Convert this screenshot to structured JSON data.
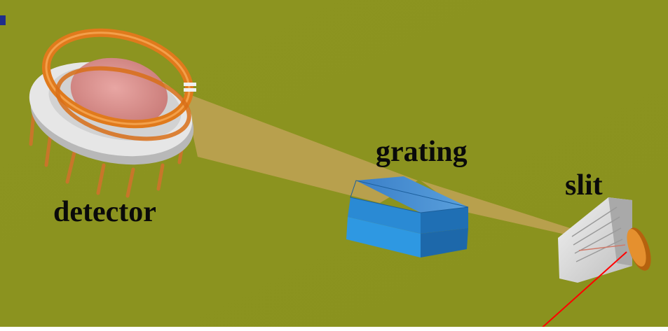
{
  "labels": {
    "detector": "detector",
    "grating": "grating",
    "slit": "slit"
  },
  "colors": {
    "background": "#8f9620",
    "detector_ring": "#e07a1c",
    "detector_body": "#e4e4e4",
    "detector_face": "#d98a86",
    "beam": "#d7a96c",
    "grating_block": "#2c8fd6",
    "slit_housing": "#dcdcdc",
    "laser_line": "#ff0000"
  }
}
